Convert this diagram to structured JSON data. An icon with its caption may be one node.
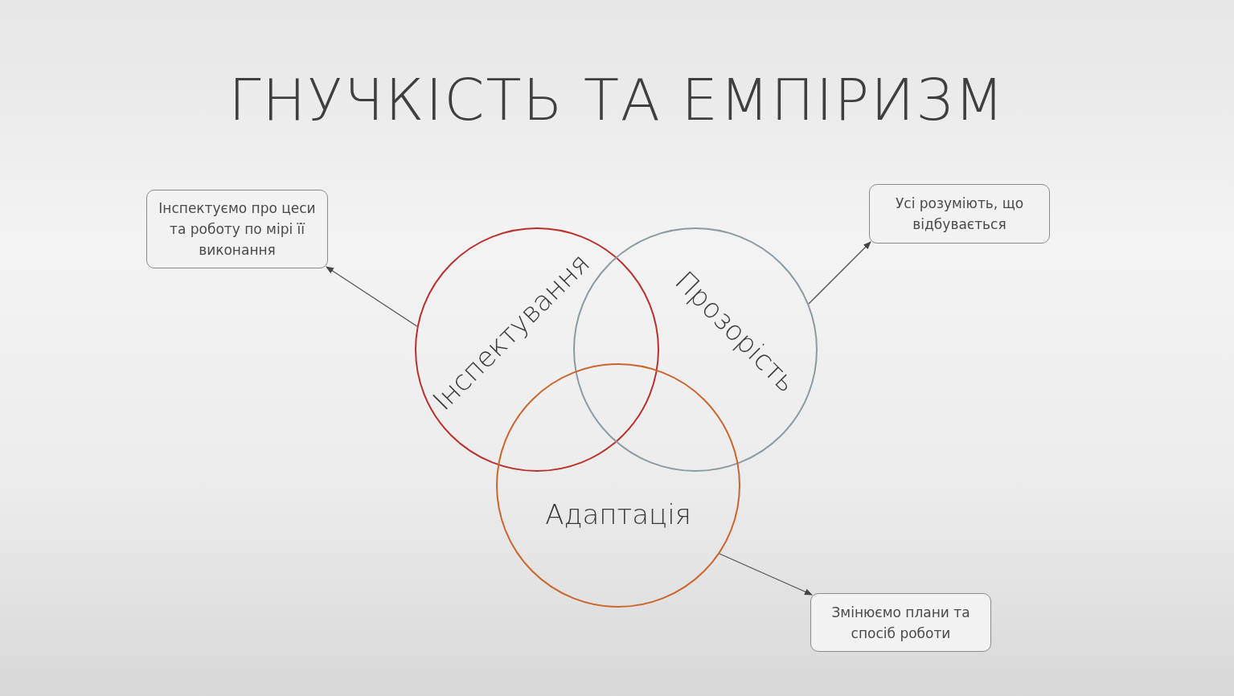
{
  "diagram": {
    "title": "ГНУЧКІСТЬ ТА ЕМПІРИЗМ",
    "nodes": [
      {
        "text": [
          "Інспектування"
        ]
      },
      {
        "text": [
          "Прозорість"
        ]
      },
      {
        "text": [
          "Адаптація"
        ]
      },
      {
        "text": [
          "Інспектуємо про цеси та роботу по мірі її виконання"
        ]
      },
      {
        "text": [
          "Усі розуміють, що відбувається"
        ]
      },
      {
        "text": [
          "Змінюємо плани та спосіб роботи"
        ]
      }
    ],
    "edges": [
      {
        "from": 0,
        "to": 3,
        "arrow": "to"
      },
      {
        "from": 1,
        "to": 4,
        "arrow": "to"
      },
      {
        "from": 2,
        "to": 5,
        "arrow": "to"
      }
    ]
  }
}
